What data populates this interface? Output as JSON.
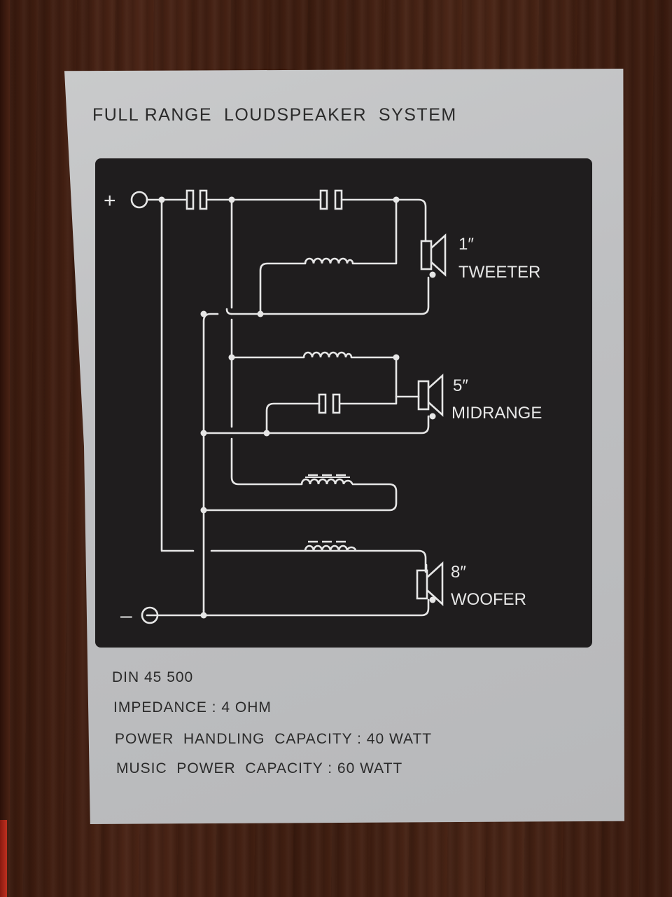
{
  "label": {
    "title": "FULL RANGE  LOUDSPEAKER  SYSTEM",
    "terminals": {
      "positive": "+",
      "negative": "–"
    },
    "drivers": {
      "tweeter": {
        "size": "1″",
        "name": "TWEETER"
      },
      "midrange": {
        "size": "5″",
        "name": "MIDRANGE"
      },
      "woofer": {
        "size": "8″",
        "name": "WOOFER"
      }
    },
    "specs": {
      "din": "DIN 45 500",
      "impedance": "IMPEDANCE : 4 OHM",
      "power_handling": "POWER  HANDLING  CAPACITY : 40 WATT",
      "music_power": "MUSIC  POWER  CAPACITY : 60 WATT"
    }
  },
  "colors": {
    "card": "#c2c3c5",
    "panel": "#1f1d1e",
    "line": "#e6e6e6",
    "wood": "#3f1e11"
  },
  "icons": [
    "capacitor-icon",
    "inductor-icon",
    "speaker-icon",
    "terminal-icon"
  ]
}
